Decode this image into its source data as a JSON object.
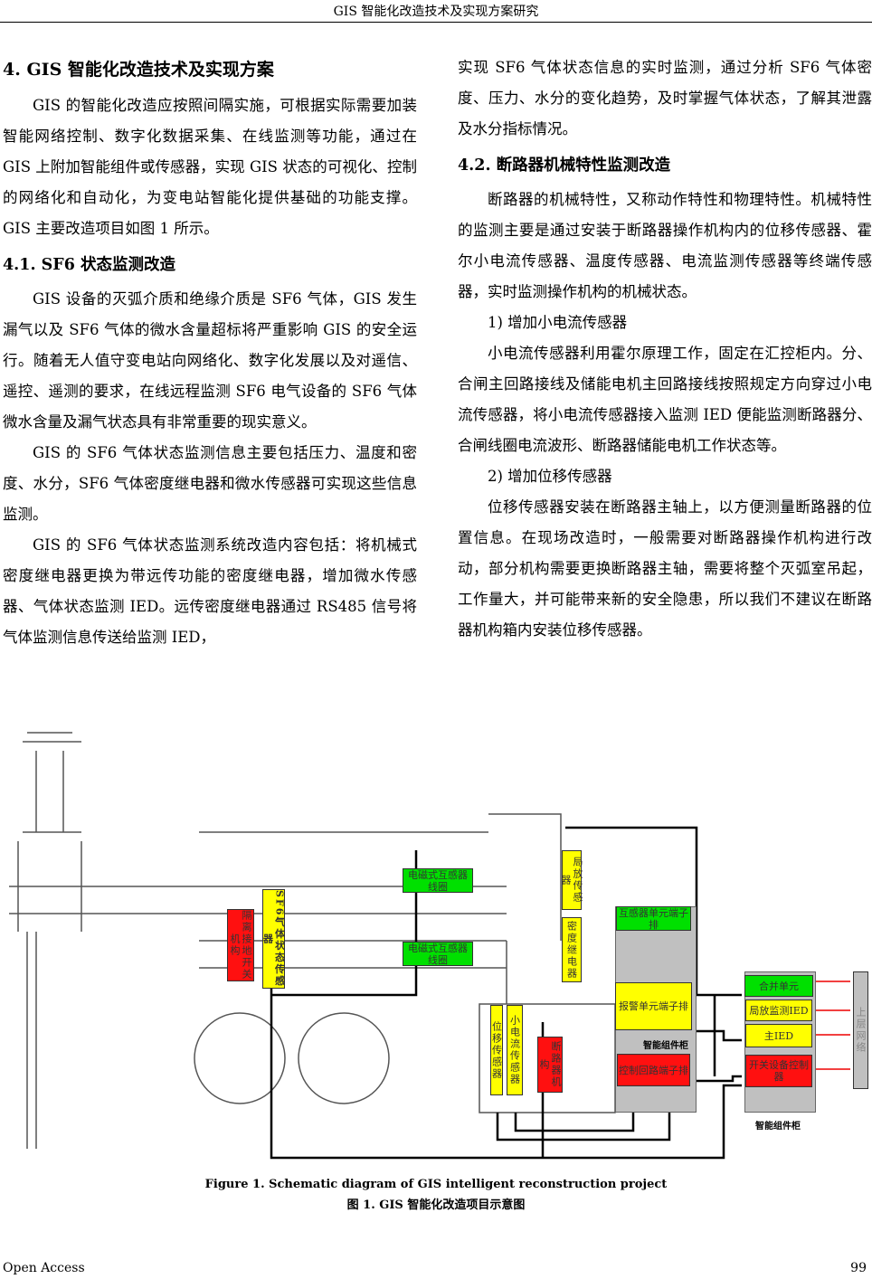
{
  "header": "GIS 智能化改造技术及实现方案研究",
  "left": {
    "h1": "4. GIS 智能化改造技术及实现方案",
    "p1": "GIS 的智能化改造应按照间隔实施，可根据实际需要加装智能网络控制、数字化数据采集、在线监测等功能，通过在 GIS 上附加智能组件或传感器，实现 GIS 状态的可视化、控制的网络化和自动化，为变电站智能化提供基础的功能支撑。GIS 主要改造项目如图 1 所示。",
    "h2": "4.1. SF6 状态监测改造",
    "p2": "GIS 设备的灭弧介质和绝缘介质是 SF6 气体，GIS 发生漏气以及 SF6 气体的微水含量超标将严重影响 GIS 的安全运行。随着无人值守变电站向网络化、数字化发展以及对遥信、遥控、遥测的要求，在线远程监测 SF6 电气设备的 SF6 气体微水含量及漏气状态具有非常重要的现实意义。",
    "p3": "GIS 的 SF6 气体状态监测信息主要包括压力、温度和密度、水分，SF6 气体密度继电器和微水传感器可实现这些信息监测。",
    "p4": "GIS 的 SF6 气体状态监测系统改造内容包括：将机械式密度继电器更换为带远传功能的密度继电器，增加微水传感器、气体状态监测 IED。远传密度继电器通过 RS485 信号将气体监测信息传送给监测 IED，"
  },
  "right": {
    "p0": "实现 SF6 气体状态信息的实时监测，通过分析 SF6 气体密度、压力、水分的变化趋势，及时掌握气体状态，了解其泄露及水分指标情况。",
    "h2": "4.2.  断路器机械特性监测改造",
    "p1": "断路器的机械特性，又称动作特性和物理特性。机械特性的监测主要是通过安装于断路器操作机构内的位移传感器、霍尔小电流传感器、温度传感器、电流监测传感器等终端传感器，实时监测操作机构的机械状态。",
    "s1": "1)  增加小电流传感器",
    "p2": "小电流传感器利用霍尔原理工作，固定在汇控柜内。分、合闸主回路接线及储能电机主回路接线按照规定方向穿过小电流传感器，将小电流传感器接入监测 IED 便能监测断路器分、合闸线圈电流波形、断路器储能电机工作状态等。",
    "s2": "2)  增加位移传感器",
    "p3": "位移传感器安装在断路器主轴上，以方便测量断路器的位置信息。在现场改造时，一般需要对断路器操作机构进行改动，部分机构需要更换断路器主轴，需要将整个灭弧室吊起，工作量大，并可能带来新的安全隐患，所以我们不建议在断路器机构箱内安装位移传感器。"
  },
  "figure": {
    "labels": {
      "disconnector": "隔离接地开关机构",
      "sf6": "SF6气体状态传感器",
      "coil1": "电磁式互感器线圈",
      "coil2": "电磁式互感器线圈",
      "pd_sensor": "局放传感器",
      "density": "密度继电器",
      "displacement": "位移传感器",
      "current": "小电流传感器",
      "breaker": "断路器机构",
      "ct_terminal": "互感器单元端子排",
      "alarm_terminal": "报警单元端子排",
      "control_terminal": "控制回路端子排",
      "cabinet1": "智能组件柜",
      "merge": "合并单元",
      "pd_ied": "局放监测IED",
      "main_ied": "主IED",
      "switch_ctrl": "开关设备控制器",
      "cabinet2": "智能组件柜",
      "network": "上层网络"
    },
    "caption_en": "Figure 1. Schematic diagram of GIS intelligent reconstruction project",
    "caption_cn": "图 1. GIS 智能化改造项目示意图"
  },
  "footer": {
    "left": "Open Access",
    "page": "99"
  }
}
